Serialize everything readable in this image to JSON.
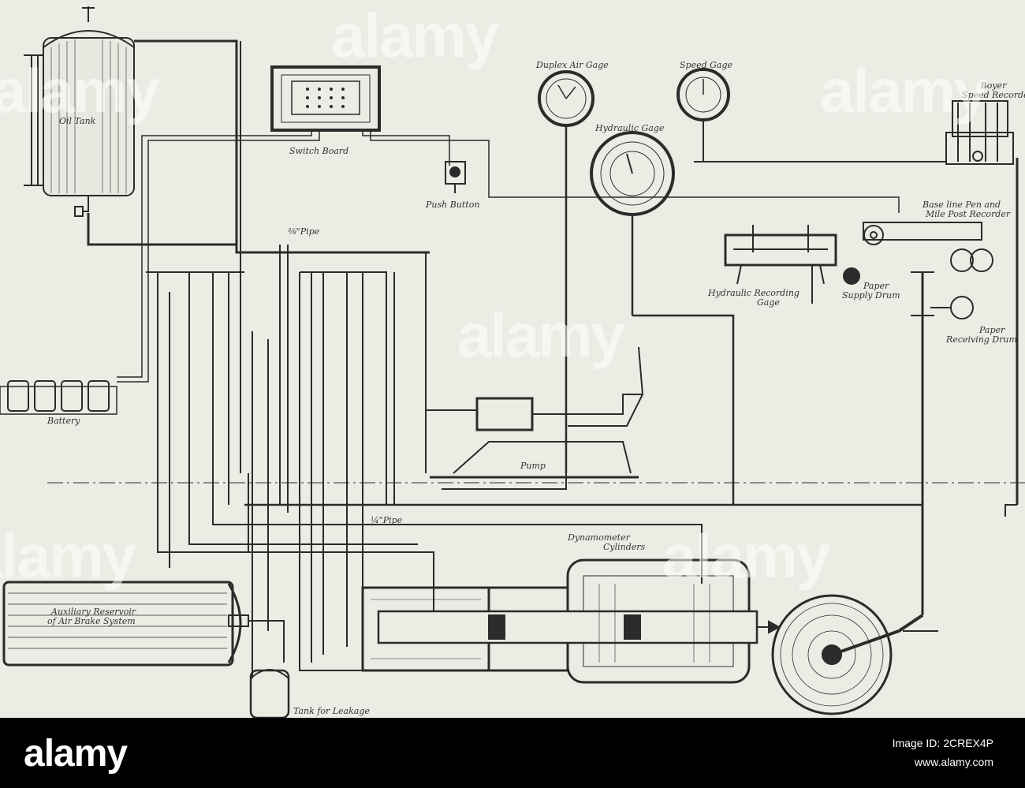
{
  "labels": {
    "oil_tank": "Oil Tank",
    "switch_board": "Switch Board",
    "push_button": "Push Button",
    "duplex_air_gage": "Duplex Air Gage",
    "speed_gage": "Speed Gage",
    "hydraulic_gage": "Hydraulic Gage",
    "boyer_line1": "Boyer",
    "boyer_line2": "Speed Recorder",
    "base_line_line1": "Base line Pen and",
    "base_line_line2": "Mile Post Recorder",
    "pipe_upper": "⅜\"Pipe",
    "pipe_lower": "¼\"Pipe",
    "paper_supply_line1": "Paper",
    "paper_supply_line2": "Supply Drum",
    "hydraulic_recording_line1": "Hydraulic Recording",
    "hydraulic_recording_line2": "Gage",
    "paper_receiving_line1": "Paper",
    "paper_receiving_line2": "Receiving Drum",
    "battery": "Battery",
    "pump": "Pump",
    "dynamometer_line1": "Dynamometer",
    "dynamometer_line2": "Cylinders",
    "aux_reservoir_line1": "Auxiliary Reservoir",
    "aux_reservoir_line2": "of Air Brake System",
    "tank_leakage": "Tank for Leakage"
  },
  "watermark": {
    "text": "alamy"
  },
  "footer": {
    "logo": "alamy",
    "image_id_line": "Image ID: 2CREX4P",
    "url": "www.alamy.com"
  },
  "colors": {
    "paper": "#ecebe4",
    "ink": "#2b2b2b",
    "footer": "#000000"
  }
}
